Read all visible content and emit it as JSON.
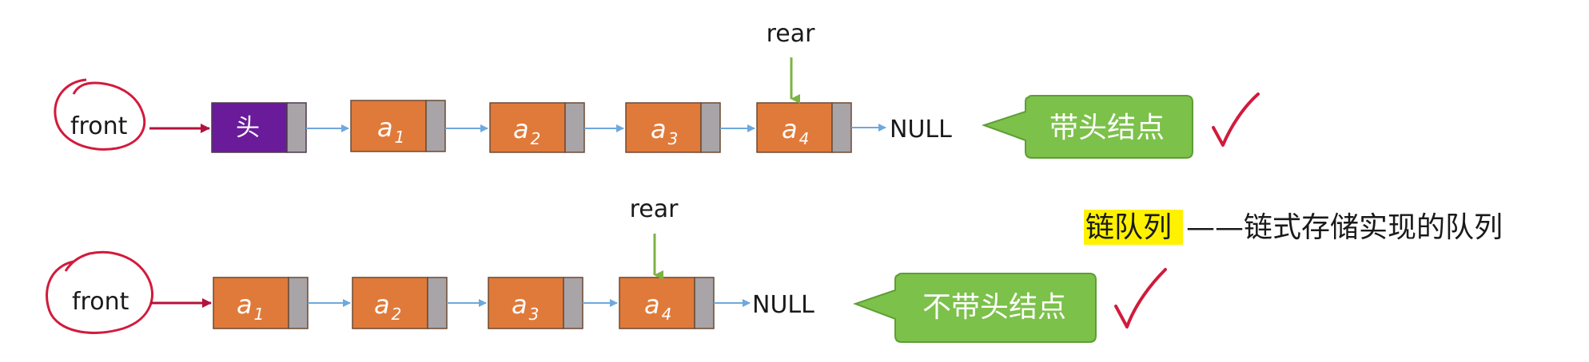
{
  "colors": {
    "node_fill": "#E07A3A",
    "node_stroke": "#6B4A33",
    "ptr_fill": "#A8A4A8",
    "head_fill": "#6A1B9A",
    "arrow": "#6FA8DC",
    "front_arrow": "#B3123B",
    "circle": "#D21A3C",
    "rear_arrow": "#7CB342",
    "bubble": "#7CC14A",
    "bubble_stroke": "#5E9E35",
    "check": "#D21A3C",
    "highlight": "#FFF200"
  },
  "row1": {
    "front_label": "front",
    "head_label": "头",
    "nodes": [
      {
        "base": "a",
        "sub": "1"
      },
      {
        "base": "a",
        "sub": "2"
      },
      {
        "base": "a",
        "sub": "3"
      },
      {
        "base": "a",
        "sub": "4"
      }
    ],
    "rear_label": "rear",
    "null_label": "NULL",
    "bubble_text": "带头结点"
  },
  "row2": {
    "front_label": "front",
    "nodes": [
      {
        "base": "a",
        "sub": "1"
      },
      {
        "base": "a",
        "sub": "2"
      },
      {
        "base": "a",
        "sub": "3"
      },
      {
        "base": "a",
        "sub": "4"
      }
    ],
    "rear_label": "rear",
    "null_label": "NULL",
    "bubble_text": "不带头结点"
  },
  "definition": {
    "term": "链队列",
    "separator": "——",
    "text": "链式存储实现的队列"
  },
  "icons": [
    "check-icon",
    "circle-mark-icon"
  ]
}
